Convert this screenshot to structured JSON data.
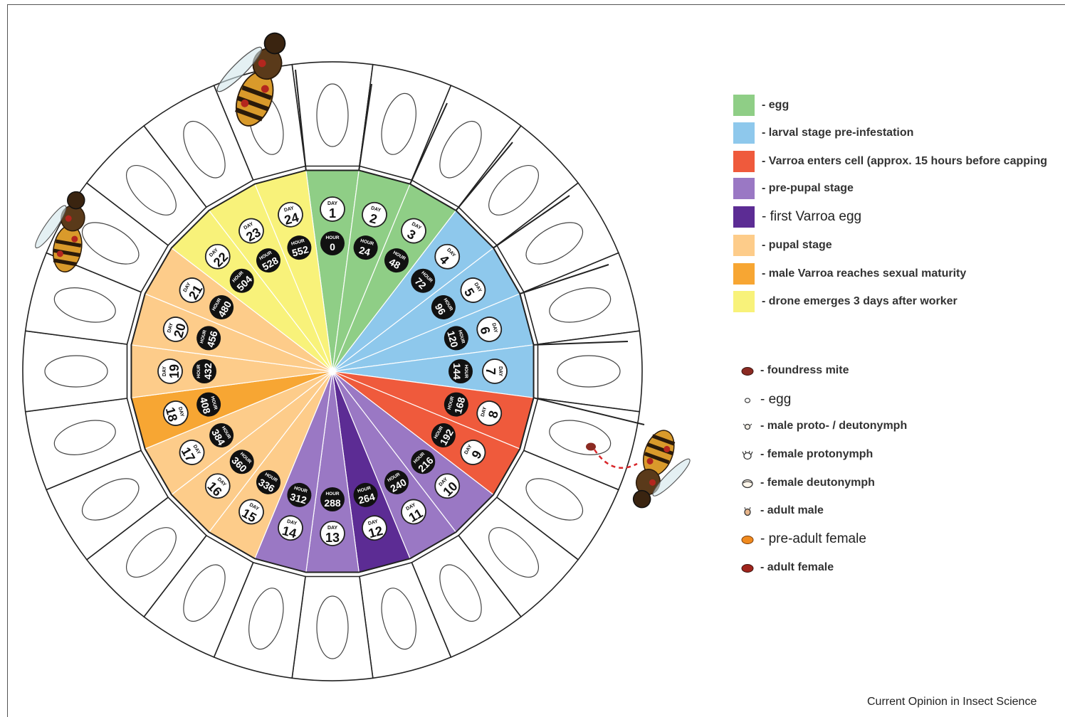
{
  "colors": {
    "egg": "#8fce86",
    "larval": "#8ec8ec",
    "varroa_enters": "#ef5a3c",
    "prepupal": "#9a78c4",
    "first_egg": "#5c2c94",
    "pupal": "#fdcc8a",
    "male_mature": "#f7a633",
    "drone_emerges": "#f8f27a"
  },
  "days": [
    {
      "day": "1",
      "hour": "0",
      "stage": "egg"
    },
    {
      "day": "2",
      "hour": "24",
      "stage": "egg"
    },
    {
      "day": "3",
      "hour": "48",
      "stage": "egg"
    },
    {
      "day": "4",
      "hour": "72",
      "stage": "larval"
    },
    {
      "day": "5",
      "hour": "96",
      "stage": "larval"
    },
    {
      "day": "6",
      "hour": "120",
      "stage": "larval"
    },
    {
      "day": "7",
      "hour": "144",
      "stage": "larval"
    },
    {
      "day": "8",
      "hour": "168",
      "stage": "varroa_enters"
    },
    {
      "day": "9",
      "hour": "192",
      "stage": "varroa_enters"
    },
    {
      "day": "10",
      "hour": "216",
      "stage": "prepupal"
    },
    {
      "day": "11",
      "hour": "240",
      "stage": "prepupal"
    },
    {
      "day": "12",
      "hour": "264",
      "stage": "first_egg"
    },
    {
      "day": "13",
      "hour": "288",
      "stage": "prepupal"
    },
    {
      "day": "14",
      "hour": "312",
      "stage": "prepupal"
    },
    {
      "day": "15",
      "hour": "336",
      "stage": "pupal"
    },
    {
      "day": "16",
      "hour": "360",
      "stage": "pupal"
    },
    {
      "day": "17",
      "hour": "384",
      "stage": "pupal"
    },
    {
      "day": "18",
      "hour": "408",
      "stage": "male_mature"
    },
    {
      "day": "19",
      "hour": "432",
      "stage": "pupal"
    },
    {
      "day": "20",
      "hour": "456",
      "stage": "pupal"
    },
    {
      "day": "21",
      "hour": "480",
      "stage": "pupal"
    },
    {
      "day": "22",
      "hour": "504",
      "stage": "drone_emerges"
    },
    {
      "day": "23",
      "hour": "528",
      "stage": "drone_emerges"
    },
    {
      "day": "24",
      "hour": "552",
      "stage": "drone_emerges"
    }
  ],
  "badge_labels": {
    "day": "DAY",
    "hour": "HOUR"
  },
  "legend": [
    {
      "key": "egg",
      "text": "- egg"
    },
    {
      "key": "larval",
      "text": "- larval stage pre-infestation"
    },
    {
      "key": "varroa_enters",
      "text": "- Varroa enters cell (approx. 15 hours before capping"
    },
    {
      "key": "prepupal",
      "text": "- pre-pupal stage"
    },
    {
      "key": "first_egg",
      "text": "- first Varroa egg"
    },
    {
      "key": "pupal",
      "text": "- pupal stage"
    },
    {
      "key": "male_mature",
      "text": "- male Varroa reaches sexual maturity"
    },
    {
      "key": "drone_emerges",
      "text": "- drone emerges 3 days after worker"
    }
  ],
  "mite_legend": [
    {
      "icon": "foundress-mite-icon",
      "text": "- foundress mite",
      "color": "#8b2a22"
    },
    {
      "icon": "mite-egg-icon",
      "text": "- egg",
      "color": "#ffffff"
    },
    {
      "icon": "male-protonymph-icon",
      "text": "- male proto- / deutonymph",
      "color": "#f4f0e6"
    },
    {
      "icon": "female-protonymph-icon",
      "text": "- female protonymph",
      "color": "#ffffff"
    },
    {
      "icon": "female-deutonymph-icon",
      "text": "- female deutonymph",
      "color": "#fff6ea"
    },
    {
      "icon": "adult-male-icon",
      "text": "- adult male",
      "color": "#e6b48a"
    },
    {
      "icon": "pre-adult-female-icon",
      "text": "- pre-adult female",
      "color": "#f08a1e"
    },
    {
      "icon": "adult-female-icon",
      "text": "- adult female",
      "color": "#a0241c"
    }
  ],
  "footer": "Current Opinion in Insect Science"
}
